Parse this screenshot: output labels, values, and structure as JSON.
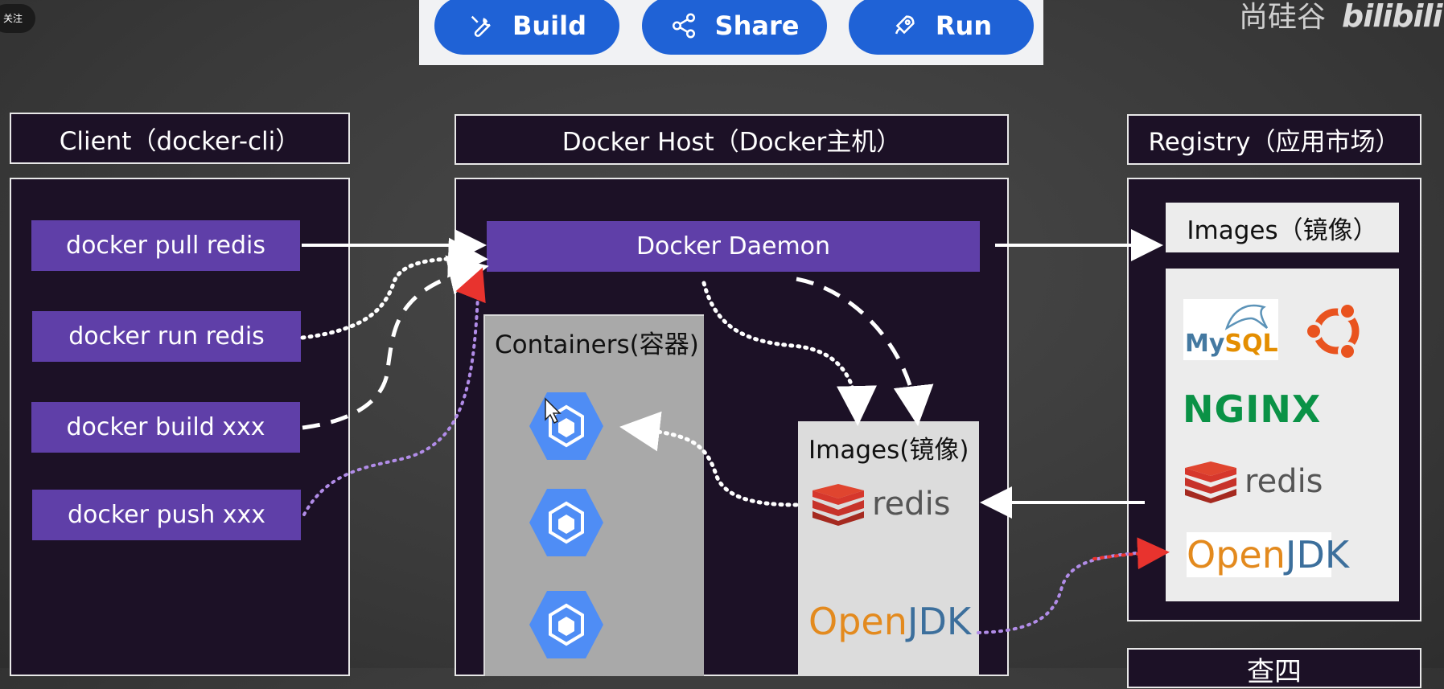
{
  "overlay": {
    "follow": "关注",
    "watermark_cn": "尚硅谷",
    "watermark_site": "bilibili"
  },
  "toolbar": {
    "build": "Build",
    "share": "Share",
    "run": "Run"
  },
  "client": {
    "title": "Client（docker-cli）",
    "commands": [
      "docker pull redis",
      "docker run redis",
      "docker build xxx",
      "docker push xxx"
    ]
  },
  "host": {
    "title": "Docker Host（Docker主机）",
    "daemon": "Docker  Daemon",
    "containers_title": "Containers(容器)",
    "images_title": "Images(镜像)",
    "images": [
      "redis",
      "OpenJDK"
    ]
  },
  "registry": {
    "title": "Registry（应用市场）",
    "images_title": "Images（镜像）",
    "images": [
      "MySQL",
      "ubuntu",
      "NGINX",
      "redis",
      "OpenJDK"
    ],
    "bottom_title": "查四"
  },
  "colors": {
    "purple": "#5f3fa8",
    "panel": "#1c1126",
    "blue": "#1f62d6",
    "hex": "#4f8df5",
    "redis_red": "#d6372c",
    "nginx_green": "#0a9246",
    "ubuntu_orange": "#e9531f"
  }
}
